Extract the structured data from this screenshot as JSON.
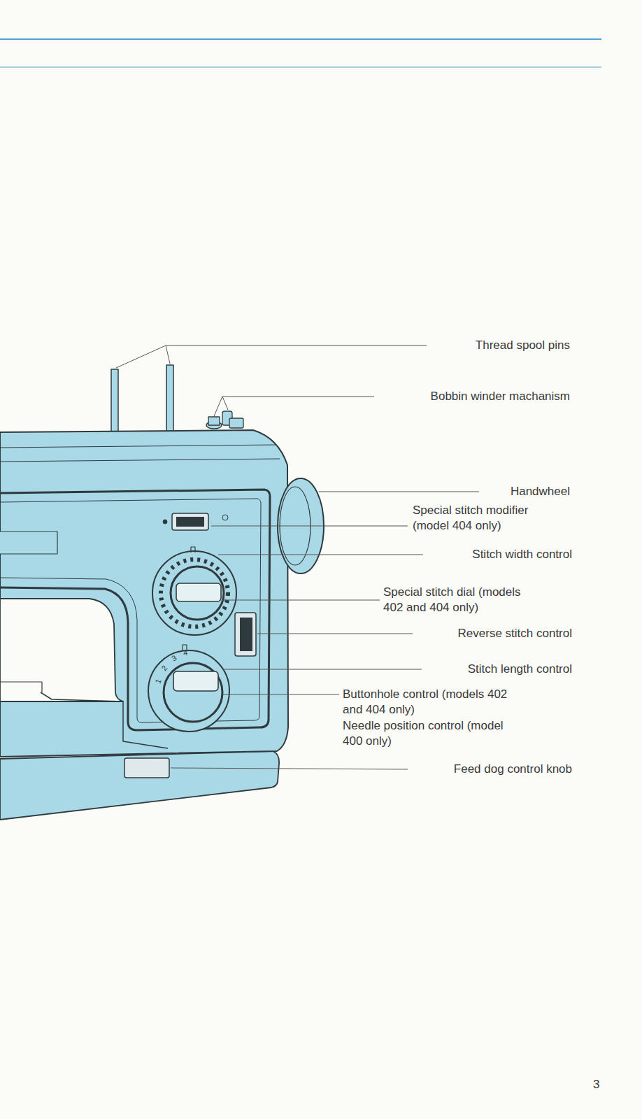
{
  "diagram": {
    "labels": [
      "Thread spool pins",
      "Bobbin winder machanism",
      "Handwheel",
      "Special stitch modifier (model 404 only)",
      "Stitch width control",
      "Special stitch dial (models 402 and 404 only)",
      "Reverse stitch control",
      "Stitch length control",
      "Buttonhole control (models 402 and 404 only)",
      "Needle position control (model 400 only)",
      "Feed dog control knob",
      "3",
      "1",
      "2",
      "3",
      "4"
    ]
  }
}
